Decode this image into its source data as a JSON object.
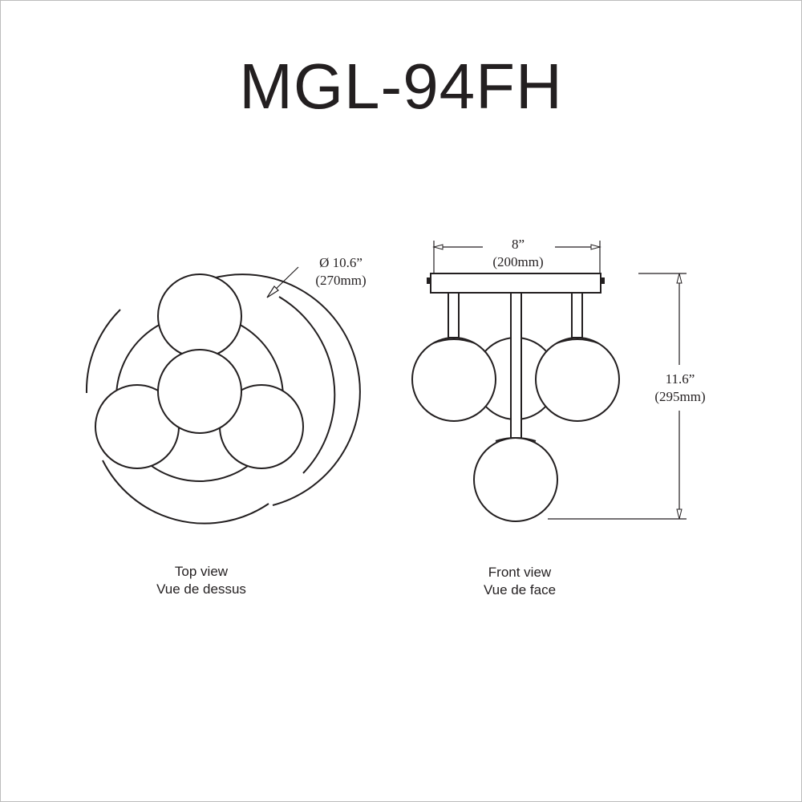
{
  "title": "MGL-94FH",
  "top_view": {
    "caption_en": "Top view",
    "caption_fr": "Vue de dessus",
    "diameter_in": "Ø 10.6”",
    "diameter_mm": "(270mm)"
  },
  "front_view": {
    "caption_en": "Front view",
    "caption_fr": "Vue de face",
    "width_in": "8”",
    "width_mm": "(200mm)",
    "height_in": "11.6”",
    "height_mm": "(295mm)"
  },
  "colors": {
    "line": "#231f20",
    "frame": "#bcbcbc",
    "background": "#ffffff"
  }
}
